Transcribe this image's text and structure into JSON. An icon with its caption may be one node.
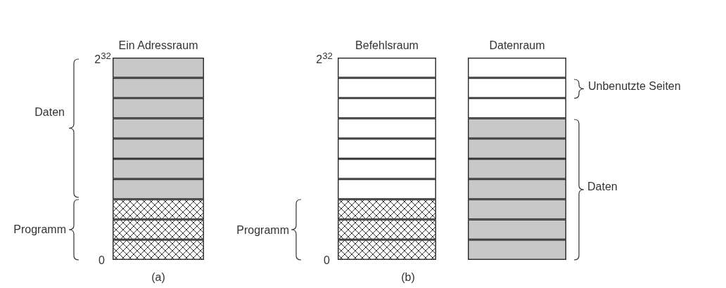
{
  "diagram": {
    "nodes": [
      {
        "text": [
          "Ein Adressraum"
        ]
      },
      {
        "text": [
          "Befehlsraum"
        ]
      },
      {
        "text": [
          "Datenraum"
        ]
      }
    ],
    "labels": [
      "2$^{32}$",
      "Daten",
      "Programm",
      "0",
      "(a)",
      "2$^{32}$",
      "Programm",
      "0",
      "Unbenutzte Seiten",
      "Daten",
      "(b)"
    ]
  }
}
